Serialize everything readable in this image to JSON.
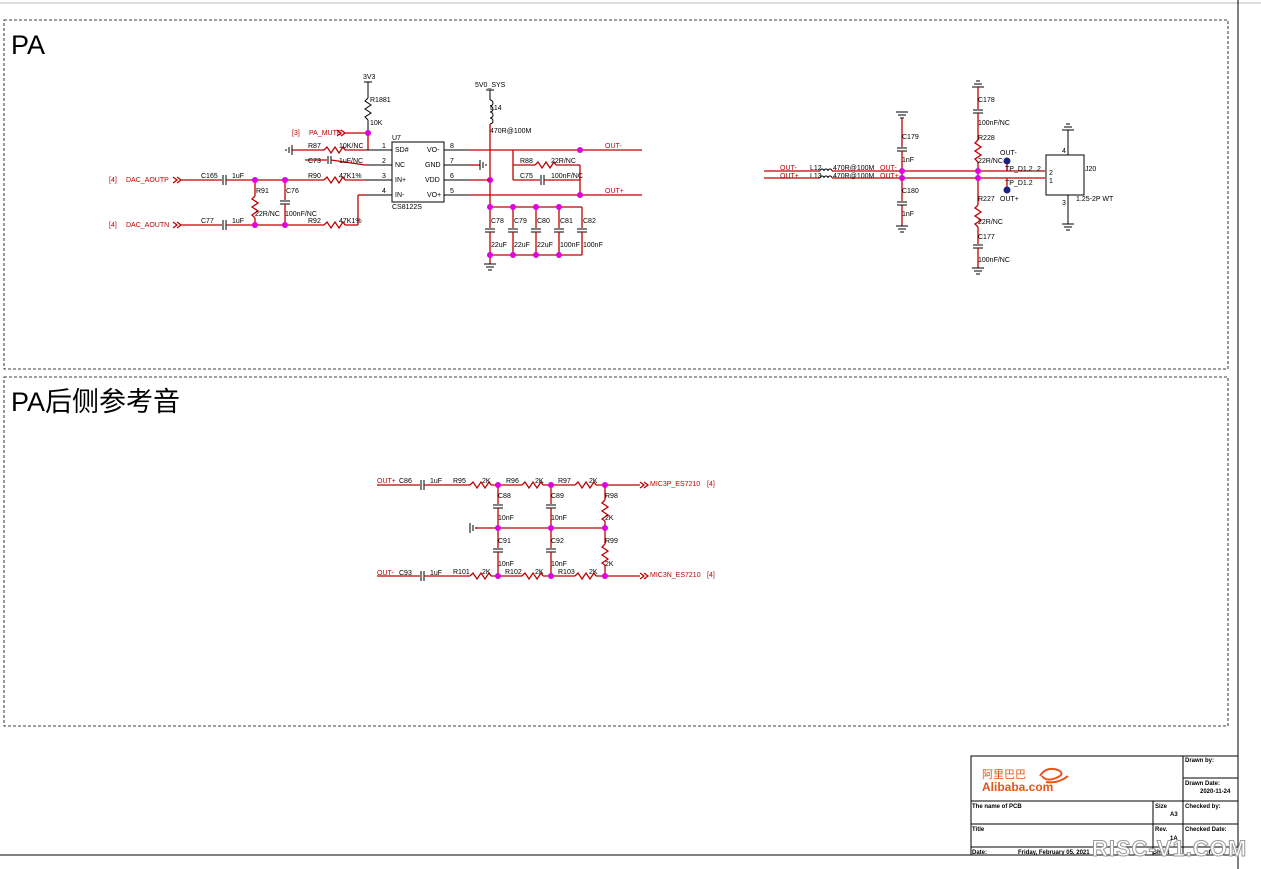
{
  "sections": {
    "pa_title": "PA",
    "ref_title": "PA后侧参考音"
  },
  "amp": {
    "power_3v3": "3V3",
    "power_5v": "5V0_SYS",
    "r1881": "R1881",
    "r1881_val": "10K",
    "l14": "L14",
    "l14_val": "470R@100M",
    "mute_ref": "[3]",
    "mute_net": "PA_MUTE",
    "ic_ref": "U7",
    "ic_part": "CS8122S",
    "pins_left": [
      {
        "num": "1",
        "name": "SD#"
      },
      {
        "num": "2",
        "name": "NC"
      },
      {
        "num": "3",
        "name": "IN+"
      },
      {
        "num": "4",
        "name": "IN-"
      }
    ],
    "pins_right": [
      {
        "num": "8",
        "name": "VO-"
      },
      {
        "num": "7",
        "name": "GND"
      },
      {
        "num": "6",
        "name": "VDD"
      },
      {
        "num": "5",
        "name": "VO+"
      }
    ],
    "r87": "R87",
    "r87_val": "10K/NC",
    "c73": "C73",
    "c73_val": "1uF/NC",
    "r90": "R90",
    "r90_val": "47K1%",
    "r92": "R92",
    "r92_val": "47K1%",
    "c165": "C165",
    "c165_val": "1uF",
    "c77": "C77",
    "c77_val": "1uF",
    "r91": "R91",
    "r91_val": "22R/NC",
    "c76": "C76",
    "c76_val": "100nF/NC",
    "dacp_ref": "[4]",
    "dacp_net": "DAC_AOUTP",
    "dacn_ref": "[4]",
    "dacn_net": "DAC_AOUTN",
    "r88": "R88",
    "r88_val": "22R/NC",
    "c75": "C75",
    "c75_val": "100nF/NC",
    "out_minus": "OUT-",
    "out_plus": "OUT+",
    "bypass": [
      {
        "ref": "C78",
        "val": "22uF"
      },
      {
        "ref": "C79",
        "val": "22uF"
      },
      {
        "ref": "C80",
        "val": "22uF"
      },
      {
        "ref": "C81",
        "val": "100nF"
      },
      {
        "ref": "C82",
        "val": "100nF"
      }
    ]
  },
  "output": {
    "in_minus": "OUT-",
    "in_plus": "OUT+",
    "l12": "L12",
    "l12_val": "470R@100M",
    "l13": "L13",
    "l13_val": "470R@100M",
    "out_minus": "OUT-",
    "out_plus": "OUT+",
    "c179": "C179",
    "c179_val": "1nF",
    "c180": "C180",
    "c180_val": "1nF",
    "c178": "C178",
    "c178_val": "100nF/NC",
    "r228": "R228",
    "r228_val": "22R/NC",
    "r227": "R227",
    "r227_val": "22R/NC",
    "c177": "C177",
    "c177_val": "100nF/NC",
    "tp_top": "OUT-",
    "tp_bot": "OUT+",
    "tp1": "TP_D1.2",
    "tp2": "TP_D1.2",
    "conn": "J20",
    "conn_part": "1.25-2P WT",
    "pin1": "1",
    "pin2": "2",
    "pin2b": "2",
    "pin3": "3",
    "pin4": "4"
  },
  "ref": {
    "outp": "OUT+",
    "c86": "C86",
    "c86_val": "1uF",
    "outn": "OUT-",
    "c93": "C93",
    "c93_val": "1uF",
    "r95": "R95",
    "r95_val": "2K",
    "r96": "R96",
    "r96_val": "2K",
    "r97": "R97",
    "r97_val": "2K",
    "r101": "R101",
    "r101_val": "2K",
    "r102": "R102",
    "r102_val": "2K",
    "r103": "R103",
    "r103_val": "2K",
    "r98": "R98",
    "r98_val": "2K",
    "r99": "R99",
    "r99_val": "2K",
    "c88": "C88",
    "c88_val": "10nF",
    "c89": "C89",
    "c89_val": "10nF",
    "c91": "C91",
    "c91_val": "10nF",
    "c92": "C92",
    "c92_val": "10nF",
    "mic3p": "MIC3P_ES7210",
    "mic3p_ref": "[4]",
    "mic3n": "MIC3N_ES7210",
    "mic3n_ref": "[4]"
  },
  "title_block": {
    "logo_cn": "阿里巴巴",
    "logo_en": "Alibaba.com",
    "drawn_by": "Drawn by:",
    "drawn_date_label": "Drawn Date:",
    "drawn_date": "2020-11-24",
    "pcb_name": "The name of PCB",
    "size_label": "Size",
    "size": "A3",
    "checked_by": "Checked by:",
    "title_label": "Title",
    "rev_label": "Rev.",
    "rev": "1A",
    "checked_date": "Checked Date:",
    "date_label": "Date:",
    "date": "Friday, February 05, 2021",
    "sheet": "Sheet",
    "of": "of"
  },
  "watermark": "RISC-V1.COM"
}
